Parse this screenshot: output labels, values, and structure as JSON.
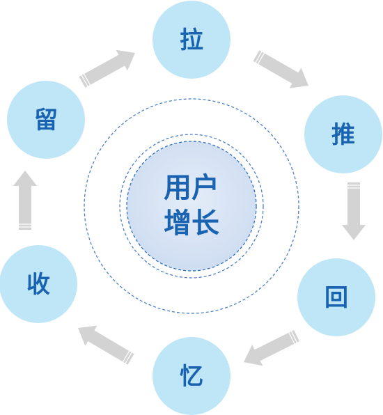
{
  "center": {
    "line1": "用户",
    "line2": "增长"
  },
  "nodes": [
    {
      "id": "la",
      "label": "拉"
    },
    {
      "id": "tui",
      "label": "推"
    },
    {
      "id": "hui",
      "label": "回"
    },
    {
      "id": "yi",
      "label": "忆"
    },
    {
      "id": "shou",
      "label": "收"
    },
    {
      "id": "liu",
      "label": "留"
    }
  ],
  "colors": {
    "node_fill": "#bfe6f6",
    "center_fill": "#dbe6f5",
    "text": "#1a63b0",
    "arrow": "#d3d3d3",
    "ring": "#4a7fc6"
  }
}
